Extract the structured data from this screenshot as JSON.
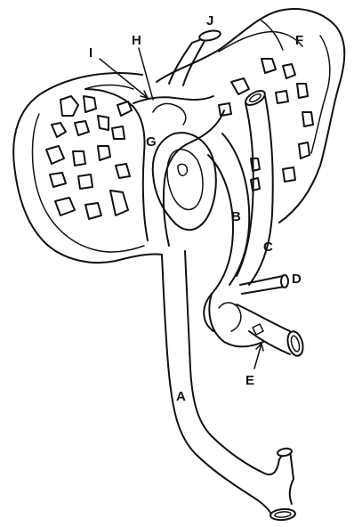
{
  "labels": {
    "A": "A",
    "B": "B",
    "C": "C",
    "D": "D",
    "E": "E",
    "F": "F",
    "G": "G",
    "H": "H",
    "I": "I",
    "J": "J"
  },
  "colors": {
    "ink": "#111111",
    "background": "#ffffff"
  }
}
